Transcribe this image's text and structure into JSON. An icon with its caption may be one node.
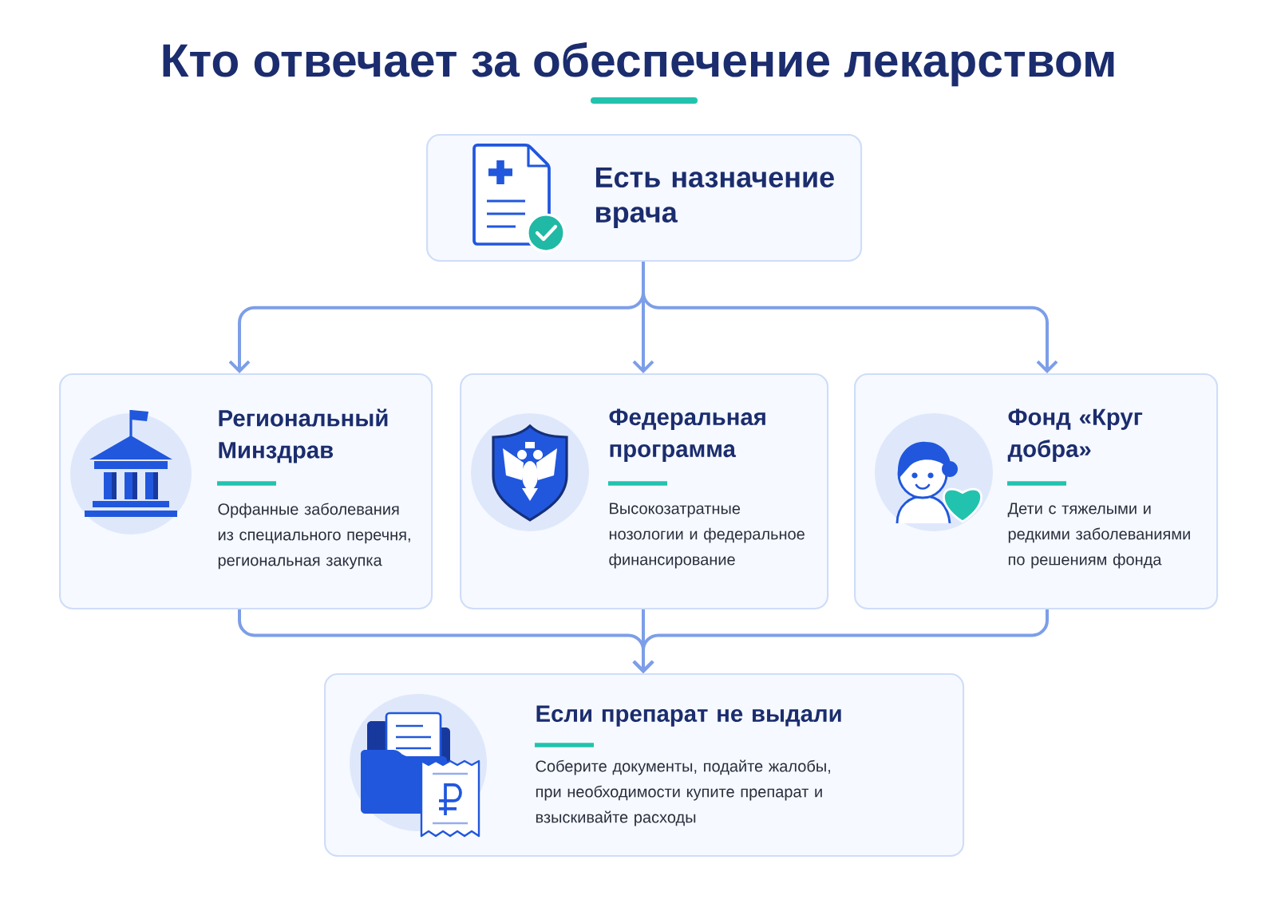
{
  "diagram": {
    "title": "Кто отвечает за обеспечение лекарством",
    "nodes": [
      {
        "text": [
          "Есть назначение врача"
        ]
      },
      {
        "text": [
          "Региональный Минздрав",
          "Орфанные заболевания из специального перечня, региональная закупка"
        ]
      },
      {
        "text": [
          "Федеральная программа",
          "Высокозатратные нозологии и федеральное финансирование"
        ]
      },
      {
        "text": [
          "Фонд «Круг добра»",
          "Дети с тяжелыми и редкими заболеваниями по решениям фонда"
        ]
      },
      {
        "text": [
          "Если препарат не выдали",
          "Соберите документы, подайте жалобы, при необходимости купите препарат и взыскивайте расходы"
        ]
      }
    ],
    "edges": [
      {
        "from": 0,
        "to": 1,
        "arrow": "to"
      },
      {
        "from": 0,
        "to": 2,
        "arrow": "to"
      },
      {
        "from": 0,
        "to": 3,
        "arrow": "to"
      },
      {
        "from": 1,
        "to": 4,
        "arrow": "to"
      },
      {
        "from": 2,
        "to": 4,
        "arrow": "to"
      },
      {
        "from": 3,
        "to": 4,
        "arrow": "to"
      }
    ]
  }
}
